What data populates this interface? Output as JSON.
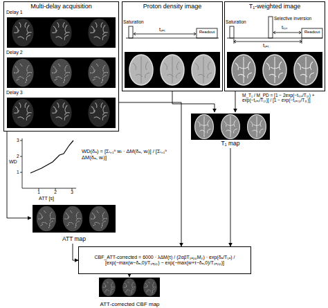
{
  "diagram": {
    "nodes": [
      {
        "text": [
          "Multi-delay acquisition"
        ]
      },
      {
        "text": [
          "Proton density image"
        ]
      },
      {
        "text": [
          "T₁-weighted image"
        ]
      },
      {
        "text": [
          "T₁ map"
        ]
      },
      {
        "text": [
          "ATT map"
        ]
      },
      {
        "text": [
          "CBF_ATT-corrected = 6000 · λΔM(τ) / (2αβT₁ₐₚₚM₀) · exp(δₐ/T₁ₐ) / [exp(−max(w−δₐ,0)/T₁ₐₚₚ) − exp(−max(w+τ−δₐ,0)/T₁ₐₚₚ)]"
        ]
      },
      {
        "text": [
          "ATT-corrected CBF map"
        ]
      }
    ],
    "edges": [
      {
        "from": 1,
        "to": 3,
        "arrow": "to"
      },
      {
        "from": 2,
        "to": 3,
        "arrow": "to"
      },
      {
        "from": 0,
        "to": 4,
        "arrow": "to"
      },
      {
        "from": 0,
        "to": 5,
        "arrow": "to"
      },
      {
        "from": 3,
        "to": 5,
        "arrow": "to"
      },
      {
        "from": 4,
        "to": 5,
        "arrow": "to"
      },
      {
        "from": 5,
        "to": 6,
        "arrow": "to"
      }
    ],
    "labels": [
      "Delay 1",
      "Delay 2",
      "Delay 3",
      "Saturation",
      "tₛₐₜ",
      "Readout",
      "Saturation",
      "Selective inversion",
      "tᵢₙᵥ",
      "tₛₐₜ",
      "Readout",
      "M_T₁ / M_PD = [1 − 2exp(−tᵢₙᵥ/T₁ₜ) + exp(−tₛₐₜ/T₁ₜ)] / [1 − exp(−tₛₐₜₚ/T₁ₜ)]",
      "WD",
      "ATT [s]",
      "WD(δₐ) = [Σᵢ₌₁ⁿ wᵢ · ΔM(δₐ, wᵢ)] / [Σᵢ₌₁ⁿ ΔM(δₐ, wᵢ)]",
      "1",
      "2",
      "3",
      "1",
      "2",
      "3"
    ]
  }
}
